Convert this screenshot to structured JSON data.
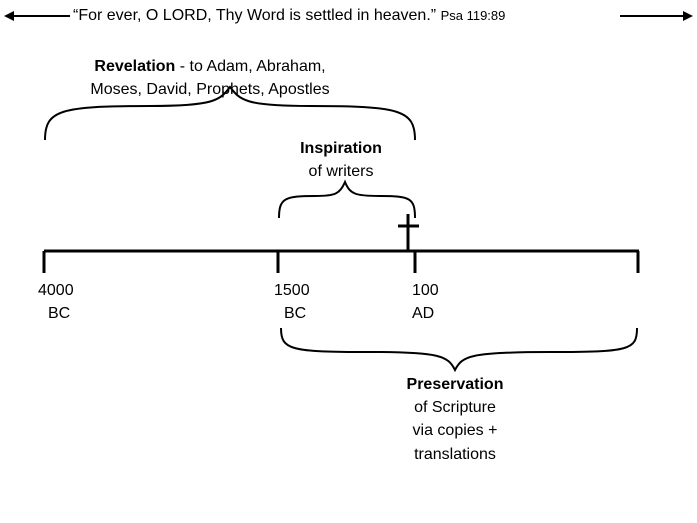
{
  "header": {
    "quote": "“For ever, O LORD, Thy Word is settled in heaven.”",
    "reference": "Psa 119:89"
  },
  "revelation": {
    "title": "Revelation",
    "line1_rest": " - to Adam, Abraham,",
    "line2": "Moses, David, Prophets, Apostles"
  },
  "inspiration": {
    "title": "Inspiration",
    "subtitle": "of writers"
  },
  "timeline": {
    "marks": [
      {
        "year": "4000",
        "era": "BC"
      },
      {
        "year": "1500",
        "era": "BC"
      },
      {
        "year": "100",
        "era": "AD"
      }
    ]
  },
  "preservation": {
    "title": "Preservation",
    "lines": [
      "of Scripture",
      "via copies +",
      "translations"
    ]
  }
}
